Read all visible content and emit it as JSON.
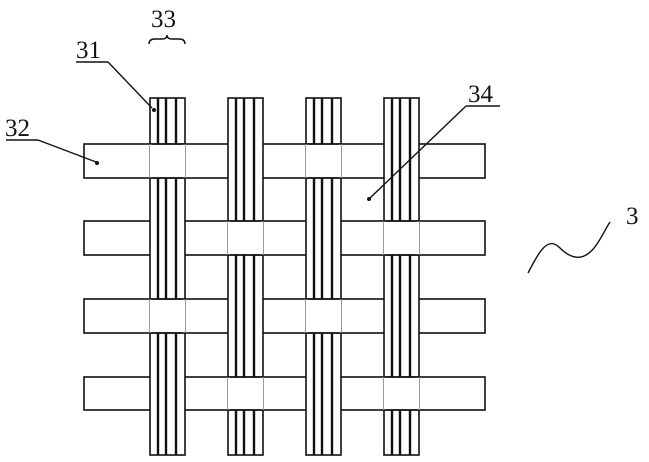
{
  "figure": {
    "labels": {
      "grid_ref": "3",
      "vertical_strip_ref": "31",
      "horizontal_strip_ref": "32",
      "strip_group_ref": "33",
      "opening_ref": "34"
    },
    "colors": {
      "stroke": "#111111",
      "fill": "#ffffff"
    },
    "structure": {
      "vertical_strip_count": 4,
      "horizontal_strip_count": 4,
      "lines_per_vertical_strip": 3
    }
  }
}
